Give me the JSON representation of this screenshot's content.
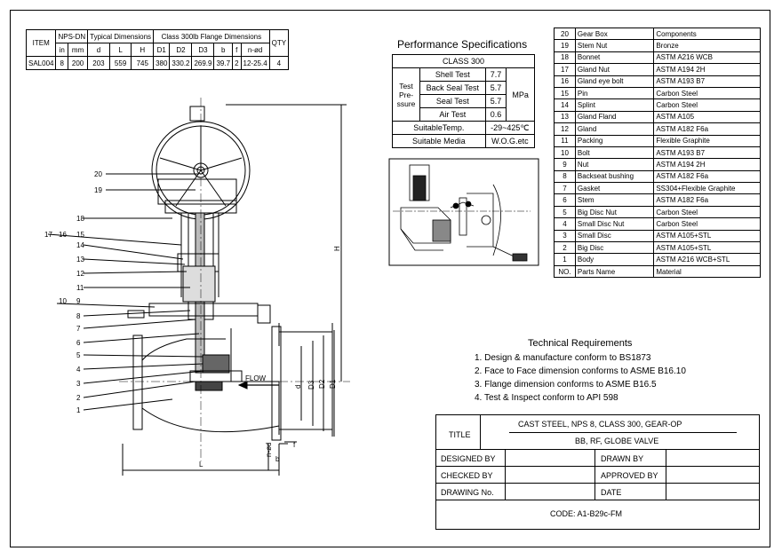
{
  "dimensions_table": {
    "headers_top": [
      "ITEM",
      "NPS-DN",
      "Typical Dimensions",
      "Class 300lb Flange Dimensions",
      "QTY"
    ],
    "headers_sub": [
      "in",
      "mm",
      "d",
      "L",
      "H",
      "D1",
      "D2",
      "D3",
      "b",
      "f",
      "n-ød"
    ],
    "row": [
      "SAL004",
      "8",
      "200",
      "203",
      "559",
      "745",
      "380",
      "330.2",
      "269.9",
      "39.7",
      "2",
      "12-25.4",
      "4"
    ]
  },
  "performance": {
    "title": "Performance Specifications",
    "class": "CLASS 300",
    "test_label": "Test Pre-ssure",
    "tests": [
      {
        "name": "Shell Test",
        "value": "7.7"
      },
      {
        "name": "Back Seal Test",
        "value": "5.7"
      },
      {
        "name": "Seal Test",
        "value": "5.7"
      },
      {
        "name": "Air Test",
        "value": "0.6"
      }
    ],
    "unit": "MPa",
    "temp_label": "SuitableTemp.",
    "temp_value": "-29~425℃",
    "media_label": "Suitable Media",
    "media_value": "W.O.G.etc"
  },
  "parts": [
    {
      "no": "20",
      "name": "Gear Box",
      "material": "Components"
    },
    {
      "no": "19",
      "name": "Stem Nut",
      "material": "Bronze"
    },
    {
      "no": "18",
      "name": "Bonnet",
      "material": "ASTM A216 WCB"
    },
    {
      "no": "17",
      "name": "Gland Nut",
      "material": "ASTM A194 2H"
    },
    {
      "no": "16",
      "name": "Gland eye bolt",
      "material": "ASTM A193 B7"
    },
    {
      "no": "15",
      "name": "Pin",
      "material": "Carbon Steel"
    },
    {
      "no": "14",
      "name": "Splint",
      "material": "Carbon Steel"
    },
    {
      "no": "13",
      "name": "Gland Fland",
      "material": "ASTM A105"
    },
    {
      "no": "12",
      "name": "Gland",
      "material": "ASTM A182 F6a"
    },
    {
      "no": "11",
      "name": "Packing",
      "material": "Flexible Graphite"
    },
    {
      "no": "10",
      "name": "Bolt",
      "material": "ASTM A193 B7"
    },
    {
      "no": "9",
      "name": "Nut",
      "material": "ASTM A194 2H"
    },
    {
      "no": "8",
      "name": "Backseat bushing",
      "material": "ASTM A182 F6a"
    },
    {
      "no": "7",
      "name": "Gasket",
      "material": "SS304+Flexible Graphite"
    },
    {
      "no": "6",
      "name": "Stem",
      "material": "ASTM A182 F6a"
    },
    {
      "no": "5",
      "name": "Big Disc Nut",
      "material": "Carbon Steel"
    },
    {
      "no": "4",
      "name": "Small Disc Nut",
      "material": "Carbon Steel"
    },
    {
      "no": "3",
      "name": "Small Disc",
      "material": "ASTM A105+STL"
    },
    {
      "no": "2",
      "name": "Big Disc",
      "material": "ASTM A105+STL"
    },
    {
      "no": "1",
      "name": "Body",
      "material": "ASTM A216 WCB+STL"
    },
    {
      "no": "NO.",
      "name": "Parts Name",
      "material": "Material"
    }
  ],
  "requirements": {
    "title": "Technical Requirements",
    "items": [
      "1. Design & manufacture conform to BS1873",
      "2. Face to Face dimension conforms to ASME B16.10",
      "3. Flange dimension conforms to ASME B16.5",
      "4. Test & Inspect conform to API 598"
    ]
  },
  "title_block": {
    "title_label": "TITLE",
    "title_line1": "CAST STEEL, NPS 8, CLASS 300, GEAR-OP",
    "title_line2": "BB, RF, GLOBE VALVE",
    "designed_by": "DESIGNED BY",
    "drawn_by": "DRAWN BY",
    "checked_by": "CHECKED  BY",
    "approved_by": "APPROVED BY",
    "drawing_no": "DRAWING No.",
    "date": "DATE",
    "code": "CODE: A1-B29c-FM"
  },
  "drawing_labels": {
    "callouts_left": [
      "20",
      "19",
      "18",
      "17",
      "16",
      "15",
      "14",
      "13",
      "12",
      "11",
      "10",
      "9",
      "8",
      "7",
      "6",
      "5",
      "4",
      "3",
      "2",
      "1"
    ],
    "flow": "FLOW",
    "H": "H",
    "L": "L",
    "d": "d",
    "D3": "D3",
    "D2": "D2",
    "D1": "D1",
    "f": "f",
    "b": "b",
    "nd": "n-ød"
  }
}
